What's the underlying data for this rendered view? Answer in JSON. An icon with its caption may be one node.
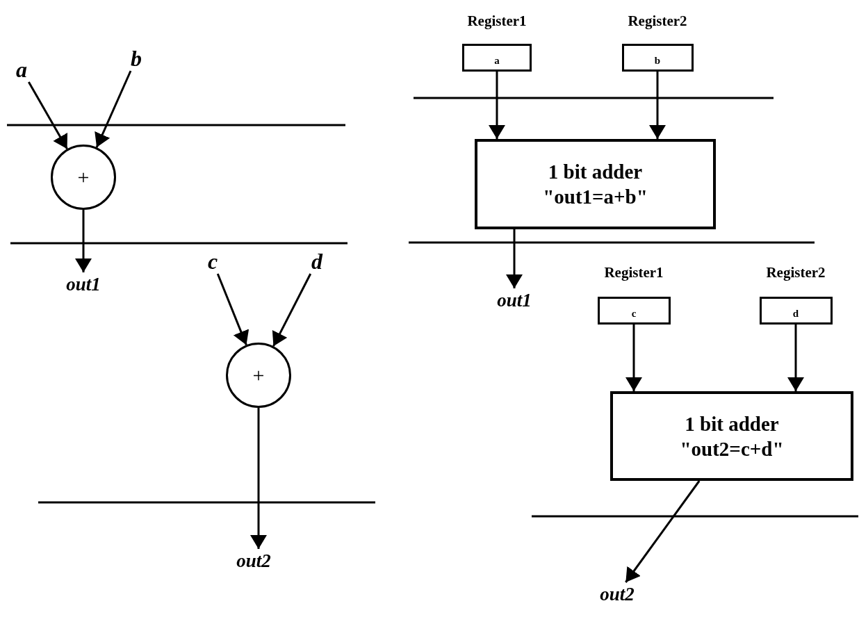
{
  "diagram": {
    "nodes": [
      {
        "text": [
          "a"
        ]
      },
      {
        "text": [
          "b"
        ]
      },
      {
        "text": [
          "+"
        ]
      },
      {
        "text": [
          "out1"
        ]
      },
      {
        "text": [
          "c"
        ]
      },
      {
        "text": [
          "d"
        ]
      },
      {
        "text": [
          "+"
        ]
      },
      {
        "text": [
          "out2"
        ]
      },
      {
        "text": [
          "Register1",
          "a"
        ]
      },
      {
        "text": [
          "Register2",
          "b"
        ]
      },
      {
        "text": [
          "1 bit adder",
          "\"out1=a+b\""
        ]
      },
      {
        "text": [
          "out1"
        ]
      },
      {
        "text": [
          "Register1",
          "c"
        ]
      },
      {
        "text": [
          "Register2",
          "d"
        ]
      },
      {
        "text": [
          "1 bit adder",
          "\"out2=c+d\""
        ]
      },
      {
        "text": [
          "out2"
        ]
      }
    ],
    "edges": [
      {
        "from": 0,
        "to": 2,
        "arrow": "to"
      },
      {
        "from": 1,
        "to": 2,
        "arrow": "to"
      },
      {
        "from": 2,
        "to": 3,
        "arrow": "to"
      },
      {
        "from": 4,
        "to": 6,
        "arrow": "to"
      },
      {
        "from": 5,
        "to": 6,
        "arrow": "to"
      },
      {
        "from": 6,
        "to": 7,
        "arrow": "to"
      },
      {
        "from": 8,
        "to": 10,
        "arrow": "to"
      },
      {
        "from": 9,
        "to": 10,
        "arrow": "to"
      },
      {
        "from": 10,
        "to": 11,
        "arrow": "to"
      },
      {
        "from": 12,
        "to": 14,
        "arrow": "to"
      },
      {
        "from": 13,
        "to": 14,
        "arrow": "to"
      },
      {
        "from": 14,
        "to": 15,
        "arrow": "to"
      }
    ]
  }
}
